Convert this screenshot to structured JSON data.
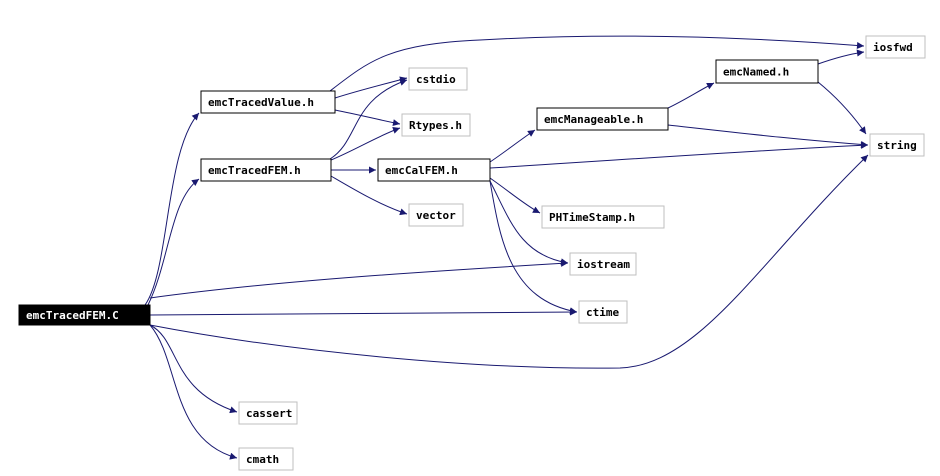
{
  "colors": {
    "edge": "#191970",
    "root_fill": "#000000",
    "root_text": "#ffffff",
    "node_border": "#000000",
    "ext_border": "#bfbfbf",
    "text": "#000000"
  },
  "nodes": {
    "emcTracedFEM_C": {
      "label": "emcTracedFEM.C",
      "kind": "root"
    },
    "emcTracedValue_h": {
      "label": "emcTracedValue.h",
      "kind": "internal"
    },
    "emcTracedFEM_h": {
      "label": "emcTracedFEM.h",
      "kind": "internal"
    },
    "emcCalFEM_h": {
      "label": "emcCalFEM.h",
      "kind": "internal"
    },
    "emcManageable_h": {
      "label": "emcManageable.h",
      "kind": "internal"
    },
    "emcNamed_h": {
      "label": "emcNamed.h",
      "kind": "internal"
    },
    "iosfwd": {
      "label": "iosfwd",
      "kind": "external"
    },
    "cstdio": {
      "label": "cstdio",
      "kind": "external"
    },
    "Rtypes_h": {
      "label": "Rtypes.h",
      "kind": "external"
    },
    "vector": {
      "label": "vector",
      "kind": "external"
    },
    "string": {
      "label": "string",
      "kind": "external"
    },
    "PHTimeStamp_h": {
      "label": "PHTimeStamp.h",
      "kind": "external"
    },
    "iostream": {
      "label": "iostream",
      "kind": "external"
    },
    "ctime": {
      "label": "ctime",
      "kind": "external"
    },
    "cassert": {
      "label": "cassert",
      "kind": "external"
    },
    "cmath": {
      "label": "cmath",
      "kind": "external"
    }
  },
  "edges": [
    {
      "from": "emcTracedFEM_C",
      "to": "emcTracedValue_h"
    },
    {
      "from": "emcTracedFEM_C",
      "to": "emcTracedFEM_h"
    },
    {
      "from": "emcTracedFEM_C",
      "to": "iostream"
    },
    {
      "from": "emcTracedFEM_C",
      "to": "ctime"
    },
    {
      "from": "emcTracedFEM_C",
      "to": "string"
    },
    {
      "from": "emcTracedFEM_C",
      "to": "cassert"
    },
    {
      "from": "emcTracedFEM_C",
      "to": "cmath"
    },
    {
      "from": "emcTracedValue_h",
      "to": "iosfwd"
    },
    {
      "from": "emcTracedValue_h",
      "to": "cstdio"
    },
    {
      "from": "emcTracedValue_h",
      "to": "Rtypes_h"
    },
    {
      "from": "emcTracedFEM_h",
      "to": "cstdio"
    },
    {
      "from": "emcTracedFEM_h",
      "to": "Rtypes_h"
    },
    {
      "from": "emcTracedFEM_h",
      "to": "emcCalFEM_h"
    },
    {
      "from": "emcTracedFEM_h",
      "to": "vector"
    },
    {
      "from": "emcCalFEM_h",
      "to": "emcManageable_h"
    },
    {
      "from": "emcCalFEM_h",
      "to": "string"
    },
    {
      "from": "emcCalFEM_h",
      "to": "PHTimeStamp_h"
    },
    {
      "from": "emcCalFEM_h",
      "to": "iostream"
    },
    {
      "from": "emcCalFEM_h",
      "to": "ctime"
    },
    {
      "from": "emcManageable_h",
      "to": "emcNamed_h"
    },
    {
      "from": "emcManageable_h",
      "to": "string"
    },
    {
      "from": "emcNamed_h",
      "to": "iosfwd"
    },
    {
      "from": "emcNamed_h",
      "to": "string"
    }
  ]
}
